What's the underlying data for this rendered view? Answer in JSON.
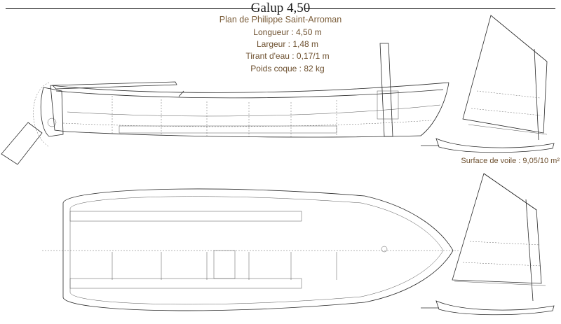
{
  "title": "Galup 4,50",
  "subtitle": "Plan de Philippe Saint-Arroman",
  "specs": {
    "length": "Longueur : 4,50 m",
    "beam": "Largeur : 1,48 m",
    "draft": "Tirant d'eau : 0,17/1 m",
    "hull_weight": "Poids coque : 82 kg"
  },
  "sail_area": "Surface de voile : 9,05/10 m²"
}
